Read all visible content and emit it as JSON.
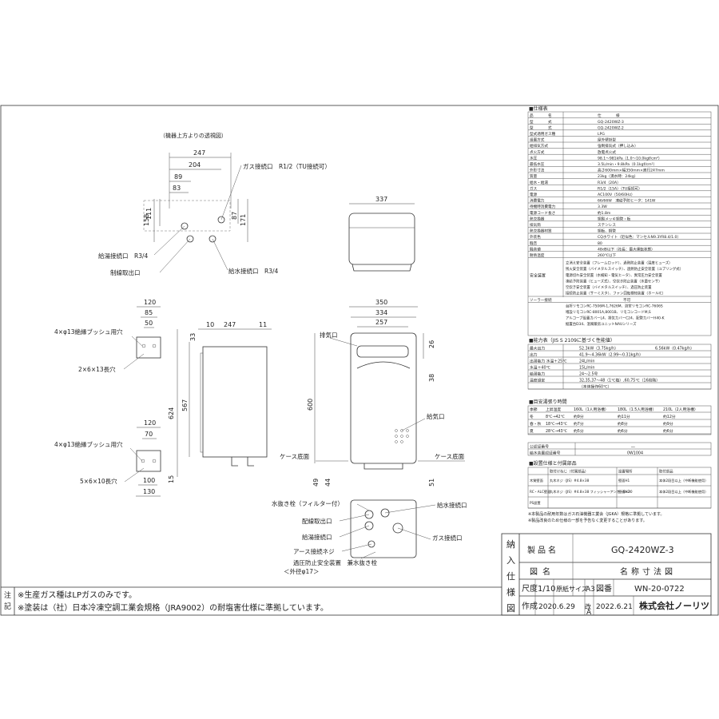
{
  "view_top": {
    "caption": "（機器上方よりの透視図）",
    "dims": {
      "w247": "247",
      "w204": "204",
      "w89": "89",
      "w83": "83",
      "h158": "158",
      "h111": "111",
      "h87": "87",
      "h171": "171"
    },
    "gas_port": "ガス接続口　R1/2（TU接続可）",
    "hot_port": "給湯接続口　R3/4",
    "power_port": "制線取出口",
    "water_port": "給水接続口　R3/4"
  },
  "view_left": {
    "dims": {
      "w120": "120",
      "w85": "85",
      "w50": "50",
      "w120b": "120",
      "w70": "70",
      "w100": "100",
      "w130": "130",
      "h15": "15"
    },
    "hole_top": "4×φ13絶縁ブッシュ用穴",
    "slot_top": "2×6×13長穴",
    "hole_bottom": "4×φ13絶縁ブッシュ用穴",
    "slot_bottom": "5×6×10長穴"
  },
  "view_side": {
    "dims": {
      "d10": "10",
      "d247": "247",
      "d11": "11",
      "d33": "33",
      "h624": "624",
      "h567": "567"
    }
  },
  "view_box": {
    "d337": "337"
  },
  "view_front": {
    "dims": {
      "w350": "350",
      "w334": "334",
      "w257": "257",
      "h26": "26",
      "h600": "600",
      "h38": "38",
      "h49": "49",
      "h44": "44",
      "h51": "51"
    },
    "exhaust": "排気口",
    "intake": "給気口",
    "case_bottom_l": "ケース底面",
    "case_bottom_r": "ケース底面"
  },
  "view_bottom": {
    "drain_plug": "水抜き栓（フィルター付）",
    "power_port": "配線取出口",
    "hot_port": "給湯接続口",
    "earth": "アース接続ネジ",
    "relief": "過圧防止安全装置　兼水抜き栓",
    "relief_sub": "＜外径φ17＞",
    "water_port": "給水接続口",
    "gas_port": "ガス接続口"
  },
  "spec": {
    "title": "■仕様表",
    "rows": [
      [
        "品　　　　名",
        "仕　　　　様"
      ],
      [
        "型　　　　式",
        "GQ-2420WZ-3"
      ],
      [
        "型　　　　式",
        "GQ-2420WZ-2"
      ],
      [
        "型式適用ガス種",
        "LPG"
      ],
      [
        "設置方式",
        "屋外壁掛型"
      ],
      [
        "給排気方式",
        "強制排気式（押し込み）"
      ],
      [
        "点火方式",
        "放電点火式"
      ],
      [
        "水圧",
        "98.1〜981kPa（1.0〜10.0kgf/cm²）"
      ],
      [
        "最低水圧",
        "3.5L/min・9.8kPa（0.1kgf/cm²）"
      ],
      [
        "外形寸法",
        "高さ600mm×幅350mm×奥行247mm"
      ],
      [
        "質量",
        "23kg（満水時：24kg）"
      ],
      [
        "給水・給湯",
        "R3/4（20A）"
      ],
      [
        "ガス",
        "R1/2（15A）（TU接続可）"
      ],
      [
        "電源",
        "AC100V（50/60Hz）"
      ],
      [
        "消費電力",
        "66/66W　凍結予防ヒータ：141W"
      ],
      [
        "待機時消費電力",
        "3.3W"
      ],
      [
        "電源コード長さ",
        "約1.8m"
      ],
      [
        "熱交換器",
        "銅製メッキ銅管・板"
      ],
      [
        "排気筒",
        "ステンレス"
      ],
      [
        "熱交換器材質",
        "銅板、銅管"
      ],
      [
        "外装色",
        "CQホワイト（近似色：マンセルN9.3YR8.4/1.0）"
      ],
      [
        "騒音",
        "80"
      ],
      [
        "騒音値",
        "48dB以下（社長：最大運転状態）"
      ],
      [
        "耐熱温度",
        "260℃以下"
      ]
    ],
    "safety": [
      "立消え安全装置（フレームロッド）、過熱防止装置（温度ヒューズ）",
      "残火安全装置（バイメタルスイッチ）、過熱防止安全装置（ユプリング式）",
      "電源切れ安全装置（水検知・電気ヒータ）、異常圧力安全装置",
      "凍結予防装置（ヒューズ式）、空炊き防止装置（水量センサ）",
      "空炊き安全装置（バイメタルスイッチ）、過圧防止装置",
      "接続防止装置（サーミスタ）、ファン回転検知装置（ホールIC）"
    ],
    "solar": "不可",
    "remote": [
      "台所リモコンRC-7506M-1,7626M、浴室リモコンRC-7606S",
      "増設リモコンRC-8001A,8001B、リモコンコードM,S",
      "アルコーブ設置カバーL4、排気カバーC24、配管カバーH40-K",
      "据置台D34、温風暖房ユニットNAUシリーズ"
    ]
  },
  "perf": {
    "title": "■能力表（JIS S 2109に基づく性能値）",
    "header": [
      "",
      "L P G",
      "6.56kW（0.47kg/h）"
    ],
    "rows": [
      [
        "最大出力",
        "52.3kW（3.75kg/h）",
        "6.56kW（0.47kg/h）"
      ],
      [
        "出力",
        "41.9〜4.36kW（2.99〜0.31kg/h）",
        ""
      ],
      [
        "出湯能力 水温＋25℃",
        "24L/min",
        ""
      ],
      [
        "水温＋40℃",
        "15L/min",
        ""
      ],
      [
        "給湯能力",
        "24〜2.5号",
        ""
      ],
      [
        "温度設定",
        "32,35,37〜48（1℃毎）,60,75℃（16段階）",
        ""
      ],
      [
        "",
        "（本体操作60℃）",
        ""
      ]
    ]
  },
  "fill": {
    "title": "■目安湯張り時間",
    "header": [
      "季節",
      "上昇温度",
      "160L（1人用浴槽）",
      "180L（1.5人用浴槽）",
      "210L（2人用浴槽）"
    ],
    "rows": [
      [
        "冬",
        "8℃→42℃",
        "約9分",
        "約11分",
        "約12分"
      ],
      [
        "春・秋",
        "18℃→43℃",
        "約7分",
        "約8分",
        "約9分"
      ],
      [
        "夏",
        "28℃→43℃",
        "約5分",
        "約6分",
        "約6分"
      ]
    ]
  },
  "cert": {
    "rows": [
      [
        "公認証番号",
        "―"
      ],
      [
        "給水装置認証番号",
        "0W1004"
      ]
    ]
  },
  "install": {
    "title": "■設置仕様と付属部品",
    "header": [
      "",
      "取付けねじ（付属部品）",
      "設置場所",
      "取付部品"
    ],
    "rows": [
      [
        "木質壁面",
        "丸木ネジ（JIS）#4.8×38",
        "壁面H1",
        "本体2段目以上（中断機能使用）"
      ],
      [
        "RC・ALC壁面",
        "丸木ネジ（JIS）#4.8×38 フィッシャーアンカー8×30",
        "壁面H2",
        "本体2段目以上（中断機能使用）"
      ],
      [
        "PS設置",
        "",
        "",
        ""
      ]
    ]
  },
  "notes_small": [
    "※本製品の耐用年数はガス石油機器工業会（JGKA）規格に準拠しています。",
    "※製品改良のため仕様の一部を予告なく変更することがあります。"
  ],
  "notes_label": "注記",
  "notes": [
    "※生産ガス種はLPガスのみです。",
    "※塗装は（社）日本冷凍空調工業会規格（JRA9002）の耐塩害仕様に準拠しています。"
  ],
  "title_block": {
    "side_label": [
      "納",
      "入",
      "仕",
      "様",
      "図"
    ],
    "product_label": "製品名",
    "product": "GQ-2420WZ-3",
    "drawing_label": "図名",
    "drawing": "名称寸法図",
    "scale_label": "尺度",
    "scale": "1/10",
    "size_label": "原紙サイズ",
    "size": "A3",
    "number_label": "図番",
    "number": "WN-20-0722",
    "made_label": "作成",
    "made": "2020.6.29",
    "rev_label": "改",
    "rev": "A",
    "rev_date": "2022.6.21",
    "company": "株式会社ノーリツ"
  }
}
